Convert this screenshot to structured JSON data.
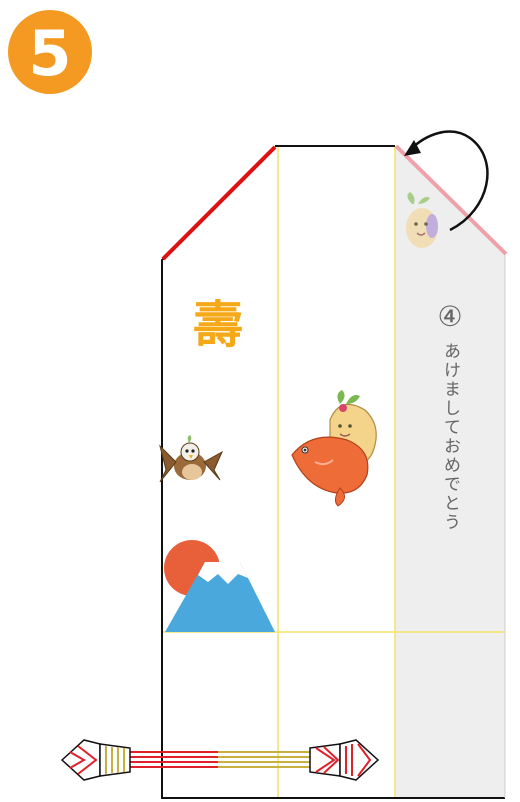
{
  "step": {
    "number": "5",
    "badge_color": "#f49a22"
  },
  "sheet": {
    "fill": "#ffffff",
    "side_fill": "#eeeeee",
    "outline_color": "#111111",
    "crease_color": "#f3e46a",
    "red_edge_color": "#e01010",
    "pink_edge_color": "#f0a0a8"
  },
  "panel": {
    "number": "④",
    "greeting": "あけましておめでとう",
    "text_color": "#666666"
  },
  "decor": {
    "kotobuki": "壽",
    "kotobuki_color": "#f5a818",
    "sun_color": "#e8603a",
    "mountain_color": "#4aa8dc",
    "snow_color": "#ffffff"
  },
  "mizuhiki": {
    "red": "#e0202a",
    "gold": "#c8b040"
  },
  "fold_arrow": {
    "color": "#111111",
    "label": ""
  }
}
